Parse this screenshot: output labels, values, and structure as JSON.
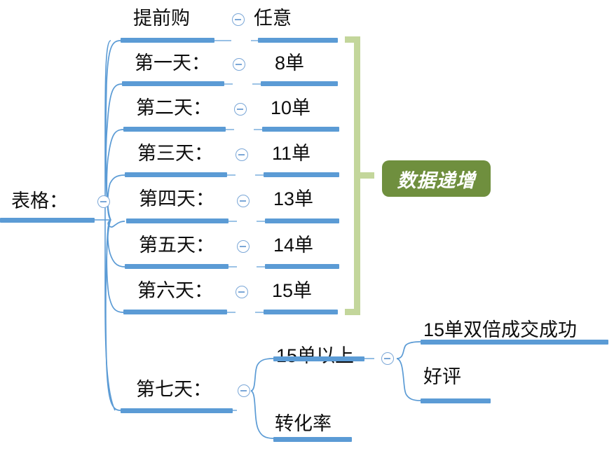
{
  "diagram": {
    "type": "mind-map",
    "title_node": "表格：",
    "accent_color": "#5b9bd5",
    "summary_color": "#6f8f3e",
    "bracket_color": "#c3d69b",
    "toggle_icon": "collapse-minus-circle"
  },
  "root": {
    "label": "表格："
  },
  "header_row": {
    "label": "提前购",
    "value": "任意"
  },
  "days": [
    {
      "label": "第一天：",
      "value": "8单"
    },
    {
      "label": "第二天：",
      "value": "10单"
    },
    {
      "label": "第三天：",
      "value": "11单"
    },
    {
      "label": "第四天：",
      "value": "13单"
    },
    {
      "label": "第五天：",
      "value": "14单"
    },
    {
      "label": "第六天：",
      "value": "15单"
    }
  ],
  "summary": {
    "label": "数据递增"
  },
  "day_seven": {
    "label": "第七天：",
    "branches": [
      {
        "label": "15单以上",
        "children": [
          {
            "label": "15单双倍成交成功"
          },
          {
            "label": "好评"
          }
        ]
      },
      {
        "label": "转化率",
        "children": []
      }
    ]
  }
}
